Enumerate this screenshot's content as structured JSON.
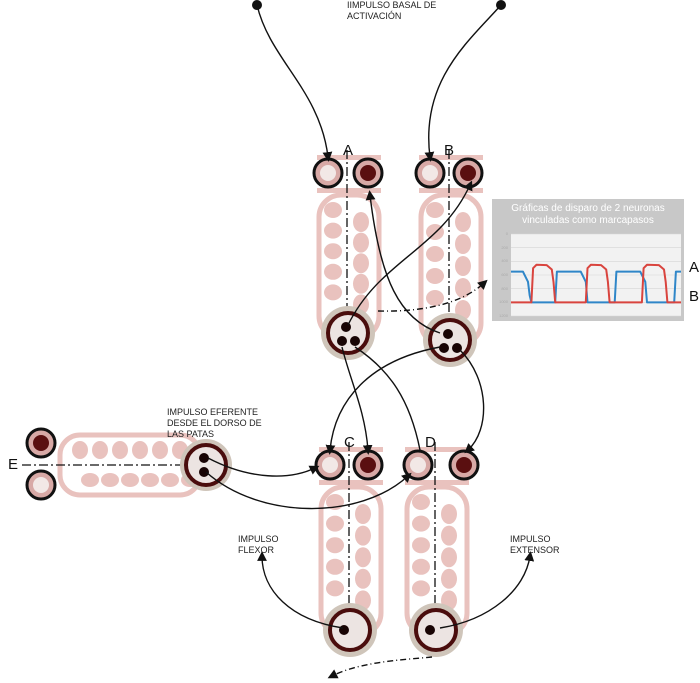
{
  "top_label": [
    "IIMPULSO BASAL DE",
    "ACTIVACIÓN"
  ],
  "efferent_label": [
    "IMPULSO EFERENTE",
    "DESDE EL DORSO DE",
    "LAS PATAS"
  ],
  "flexor_label": [
    "IMPULSO",
    "FLEXOR"
  ],
  "extensor_label": [
    "IMPULSO",
    "EXTENSOR"
  ],
  "segments": [
    "A",
    "B",
    "C",
    "D",
    "E"
  ],
  "colors": {
    "body": "#e9c2be",
    "ring": "#4a0d0d",
    "halo": "#cfc5ba",
    "series_a": "#2f86c8",
    "series_b": "#d9443e",
    "chart_bg": "#c8c8c8"
  },
  "chart_data": {
    "type": "line",
    "title": "Gráficas de disparo de 2 neuronas vinculadas como marcapasos",
    "title_lines": [
      "Gráficas de disparo de 2 neuronas",
      "vinculadas como marcapasos"
    ],
    "yticks": [
      "0",
      "200",
      "400",
      "600",
      "800",
      "1000",
      "1200"
    ],
    "ylim": [
      0,
      1200
    ],
    "y_inverted": true,
    "xlim": [
      0,
      100
    ],
    "grid": true,
    "series": [
      {
        "name": "A",
        "color": "#2f86c8",
        "points": [
          [
            0,
            550
          ],
          [
            7,
            550
          ],
          [
            10,
            700
          ],
          [
            11,
            900
          ],
          [
            12,
            1000
          ],
          [
            26,
            1000
          ],
          [
            27,
            550
          ],
          [
            41,
            550
          ],
          [
            44,
            700
          ],
          [
            45,
            1000
          ],
          [
            61,
            1000
          ],
          [
            62,
            550
          ],
          [
            76,
            550
          ],
          [
            79,
            700
          ],
          [
            80,
            1000
          ],
          [
            96,
            1000
          ],
          [
            97,
            550
          ],
          [
            100,
            550
          ]
        ]
      },
      {
        "name": "B",
        "color": "#d9443e",
        "points": [
          [
            0,
            1000
          ],
          [
            12,
            1000
          ],
          [
            13,
            500
          ],
          [
            15,
            450
          ],
          [
            21,
            455
          ],
          [
            24,
            520
          ],
          [
            25,
            700
          ],
          [
            26,
            1000
          ],
          [
            44,
            1000
          ],
          [
            45,
            500
          ],
          [
            47,
            450
          ],
          [
            53,
            455
          ],
          [
            56,
            520
          ],
          [
            57,
            700
          ],
          [
            58,
            1000
          ],
          [
            77,
            1000
          ],
          [
            78,
            500
          ],
          [
            80,
            450
          ],
          [
            87,
            455
          ],
          [
            90,
            520
          ],
          [
            91,
            700
          ],
          [
            92,
            1000
          ],
          [
            100,
            1000
          ]
        ]
      }
    ]
  }
}
